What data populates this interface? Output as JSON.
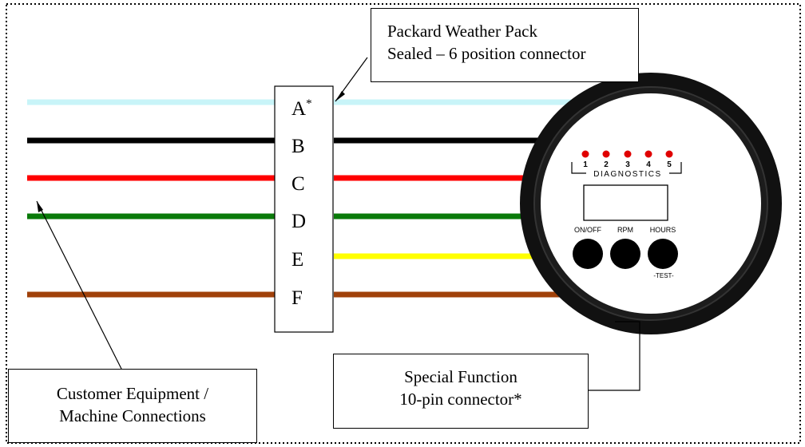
{
  "callouts": {
    "weather_pack": {
      "line1": "Packard Weather Pack",
      "line2": "Sealed – 6 position connector"
    },
    "customer": {
      "line1": "Customer Equipment /",
      "line2": "Machine Connections"
    },
    "special": {
      "line1": "Special Function",
      "line2": "10-pin connector*"
    }
  },
  "connector": {
    "pins": [
      {
        "letter": "A",
        "mark": "*",
        "wire_color": "#c8f4f8"
      },
      {
        "letter": "B",
        "mark": "",
        "wire_color": "#000000"
      },
      {
        "letter": "C",
        "mark": "",
        "wire_color": "#ff0000"
      },
      {
        "letter": "D",
        "mark": "",
        "wire_color": "#0a7a0a"
      },
      {
        "letter": "E",
        "mark": "",
        "wire_color": "#ffff00"
      },
      {
        "letter": "F",
        "mark": "",
        "wire_color": "#a0410a"
      }
    ]
  },
  "gauge": {
    "diagnostic_leds": [
      "1",
      "2",
      "3",
      "4",
      "5"
    ],
    "diagnostics_label": "DIAGNOSTICS",
    "buttons": [
      {
        "label": "ON/OFF",
        "sub": ""
      },
      {
        "label": "RPM",
        "sub": ""
      },
      {
        "label": "HOURS",
        "sub": "-TEST-"
      }
    ],
    "led_color": "#e00000"
  }
}
